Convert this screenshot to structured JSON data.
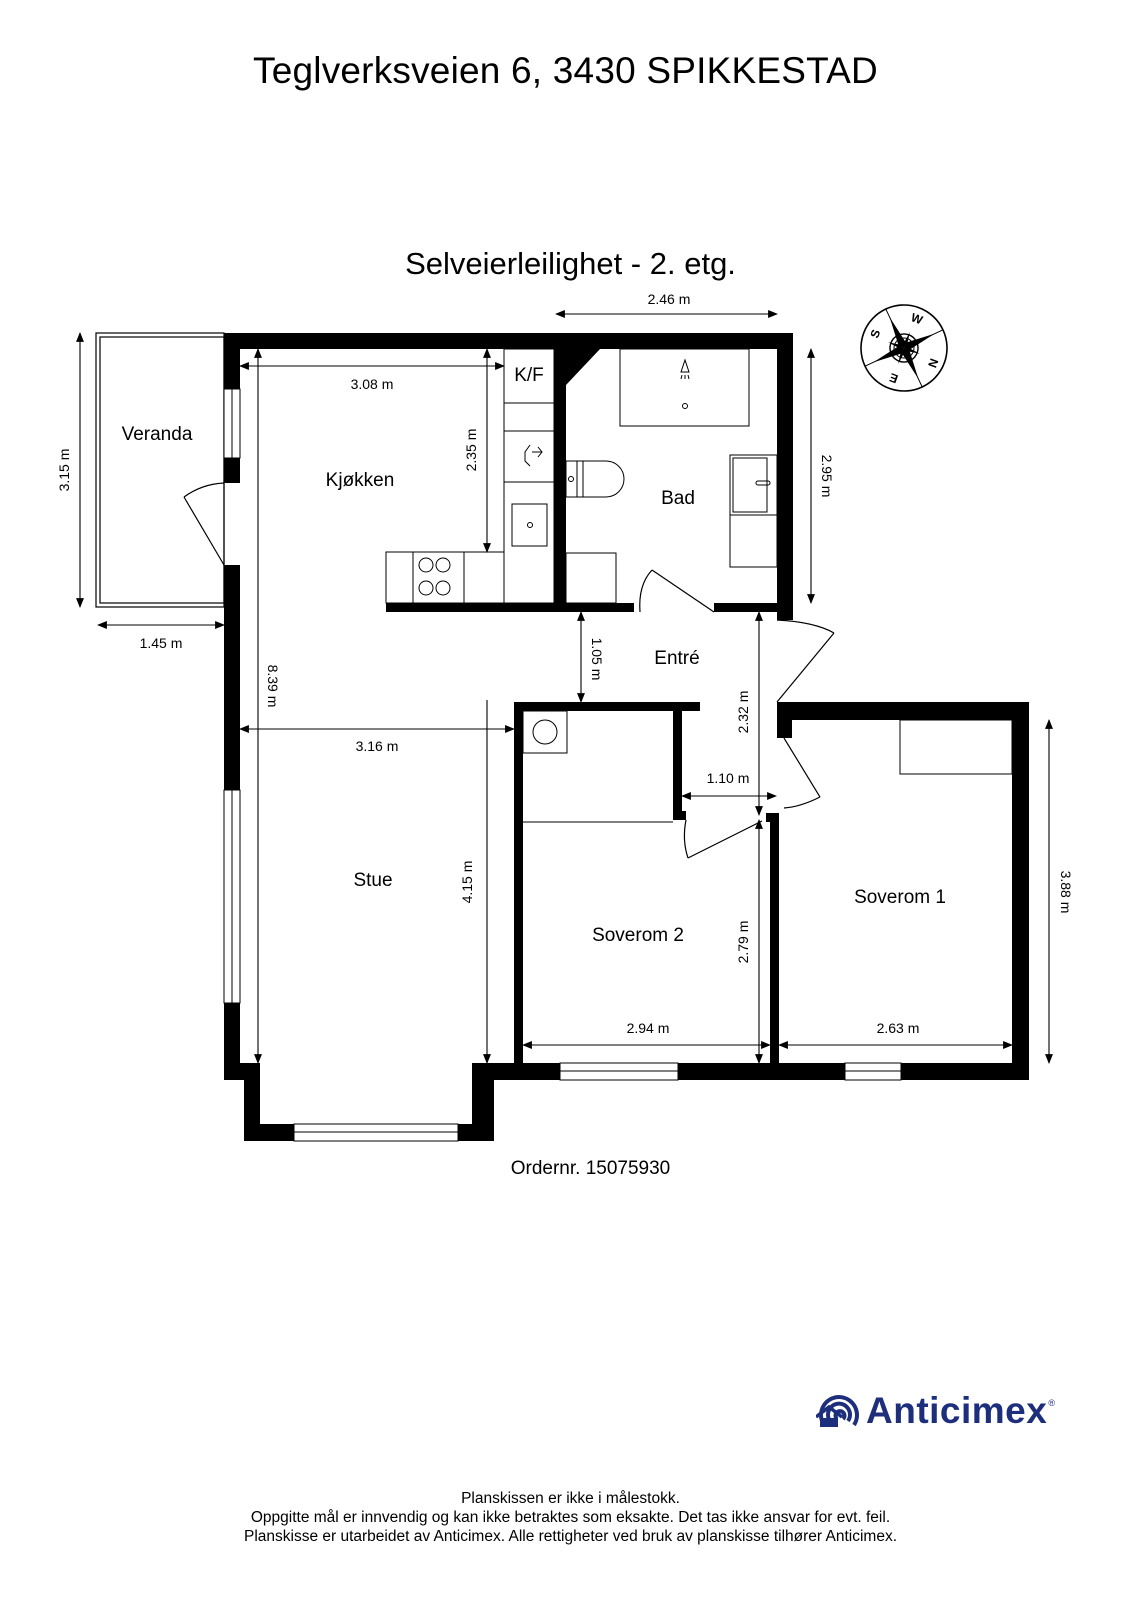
{
  "header": {
    "address": "Teglverksveien 6, 3430 SPIKKESTAD",
    "unit_title": "Selveierleilighet  - 2. etg."
  },
  "rooms": {
    "veranda": "Veranda",
    "kjokken": "Kjøkken",
    "kf": "K/F",
    "bad": "Bad",
    "entre": "Entré",
    "stue": "Stue",
    "soverom2": "Soverom 2",
    "soverom1": "Soverom 1"
  },
  "dimensions": {
    "bad_width": "2.46 m",
    "bad_height": "2.95 m",
    "veranda_height": "3.15 m",
    "veranda_width": "1.45 m",
    "kjokken_width": "3.08 m",
    "kjokken_depth": "2.35 m",
    "total_length": "8.39 m",
    "stue_width": "3.16 m",
    "stue_depth": "4.15 m",
    "entre_gap": "1.05 m",
    "entre_length": "2.32 m",
    "hall_width": "1.10 m",
    "soverom2_width": "2.94 m",
    "soverom2_height": "2.79 m",
    "soverom1_width": "2.63 m",
    "soverom1_height": "3.88 m"
  },
  "compass": {
    "labels": [
      "S",
      "W",
      "N",
      "E"
    ],
    "icon": "compass-rose-icon"
  },
  "order": {
    "label": "Ordernr. 15075930"
  },
  "brand": {
    "name": "Anticimex",
    "registered": "®",
    "color": "#1d2e7d",
    "icon": "anticimex-logo-icon"
  },
  "disclaimer": {
    "line1": "Planskissen er ikke i målestokk.",
    "line2": "Oppgitte mål er innvendig og kan ikke betraktes som eksakte. Det tas ikke ansvar for evt. feil.",
    "line3": "Planskisse er utarbeidet av Anticimex. Alle rettigheter ved bruk av planskisse tilhører Anticimex."
  }
}
